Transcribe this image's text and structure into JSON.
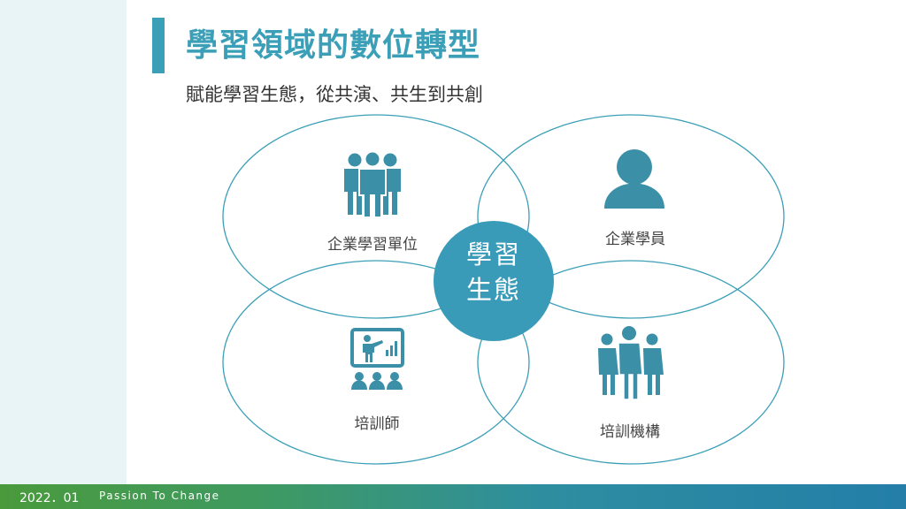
{
  "header": {
    "title": "學習領域的數位轉型",
    "subtitle": "賦能學習生態，從共演、共生到共創"
  },
  "diagram": {
    "center_line1": "學習",
    "center_line2": "生態",
    "nodes": [
      {
        "label": "企業學習單位",
        "icon": "business-group-icon"
      },
      {
        "label": "企業學員",
        "icon": "user-icon"
      },
      {
        "label": "培訓師",
        "icon": "presentation-trainer-icon"
      },
      {
        "label": "培訓機構",
        "icon": "team-icon"
      }
    ]
  },
  "footer": {
    "date": "2022．01",
    "slogan": "Passion To Change"
  },
  "colors": {
    "accent": "#3b9fb7",
    "icon": "#3b8fa7",
    "center": "#3a9bb9"
  }
}
